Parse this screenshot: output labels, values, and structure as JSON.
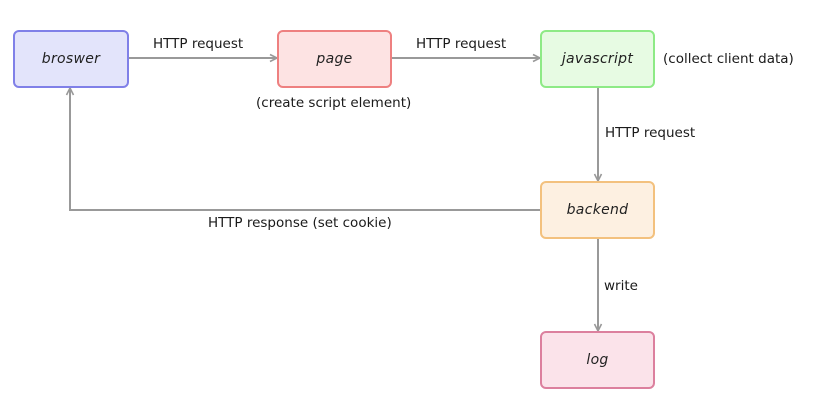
{
  "nodes": {
    "browser": {
      "label": "broswer",
      "fill": "#e3e4fb",
      "stroke": "#8080e8"
    },
    "page": {
      "label": "page",
      "fill": "#fde3e3",
      "stroke": "#ee8080"
    },
    "javascript": {
      "label": "javascript",
      "fill": "#e7fbe3",
      "stroke": "#8eea86"
    },
    "backend": {
      "label": "backend",
      "fill": "#fdf0e1",
      "stroke": "#f3c17e"
    },
    "log": {
      "label": "log",
      "fill": "#fbe3ea",
      "stroke": "#dc809e"
    }
  },
  "edges": {
    "browser_to_page": "HTTP request",
    "page_to_javascript": "HTTP request",
    "javascript_to_backend": "HTTP request",
    "backend_to_browser": "HTTP response (set cookie)",
    "backend_to_log": "write"
  },
  "notes": {
    "page": "(create script element)",
    "javascript": "(collect client data)"
  },
  "colors": {
    "arrow": "#999999"
  }
}
